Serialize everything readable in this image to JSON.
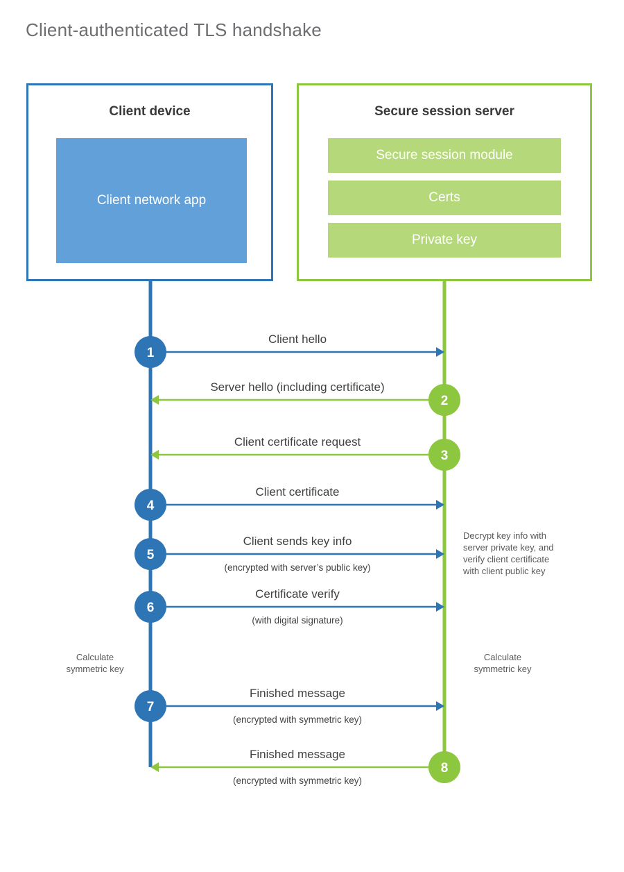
{
  "title": "Client-authenticated TLS handshake",
  "colors": {
    "client_accent": "#2e75b6",
    "client_fill": "#62a0d9",
    "server_accent": "#8dc63f",
    "server_fill": "#b5d97a",
    "title_text": "#6d6e71",
    "body_text": "#414042"
  },
  "client": {
    "title": "Client device",
    "app_label": "Client network app"
  },
  "server": {
    "title": "Secure session server",
    "components": [
      "Secure session module",
      "Certs",
      "Private key"
    ]
  },
  "steps": [
    {
      "number": "1",
      "direction": "client-to-server",
      "label": "Client hello",
      "sublabel": ""
    },
    {
      "number": "2",
      "direction": "server-to-client",
      "label": "Server hello (including certificate)",
      "sublabel": ""
    },
    {
      "number": "3",
      "direction": "server-to-client",
      "label": "Client certificate request",
      "sublabel": ""
    },
    {
      "number": "4",
      "direction": "client-to-server",
      "label": "Client certificate",
      "sublabel": ""
    },
    {
      "number": "5",
      "direction": "client-to-server",
      "label": "Client sends key info",
      "sublabel": "(encrypted with server’s public key)"
    },
    {
      "number": "6",
      "direction": "client-to-server",
      "label": "Certificate verify",
      "sublabel": "(with digital signature)"
    },
    {
      "number": "7",
      "direction": "client-to-server",
      "label": "Finished message",
      "sublabel": "(encrypted with symmetric key)"
    },
    {
      "number": "8",
      "direction": "server-to-client",
      "label": "Finished message",
      "sublabel": "(encrypted with symmetric key)"
    }
  ],
  "notes": {
    "server_decrypt": [
      "Decrypt key info with",
      "server private key, and",
      "verify client certificate",
      "with client public key"
    ],
    "client_calculate": [
      "Calculate",
      "symmetric key"
    ],
    "server_calculate": [
      "Calculate",
      "symmetric key"
    ]
  }
}
